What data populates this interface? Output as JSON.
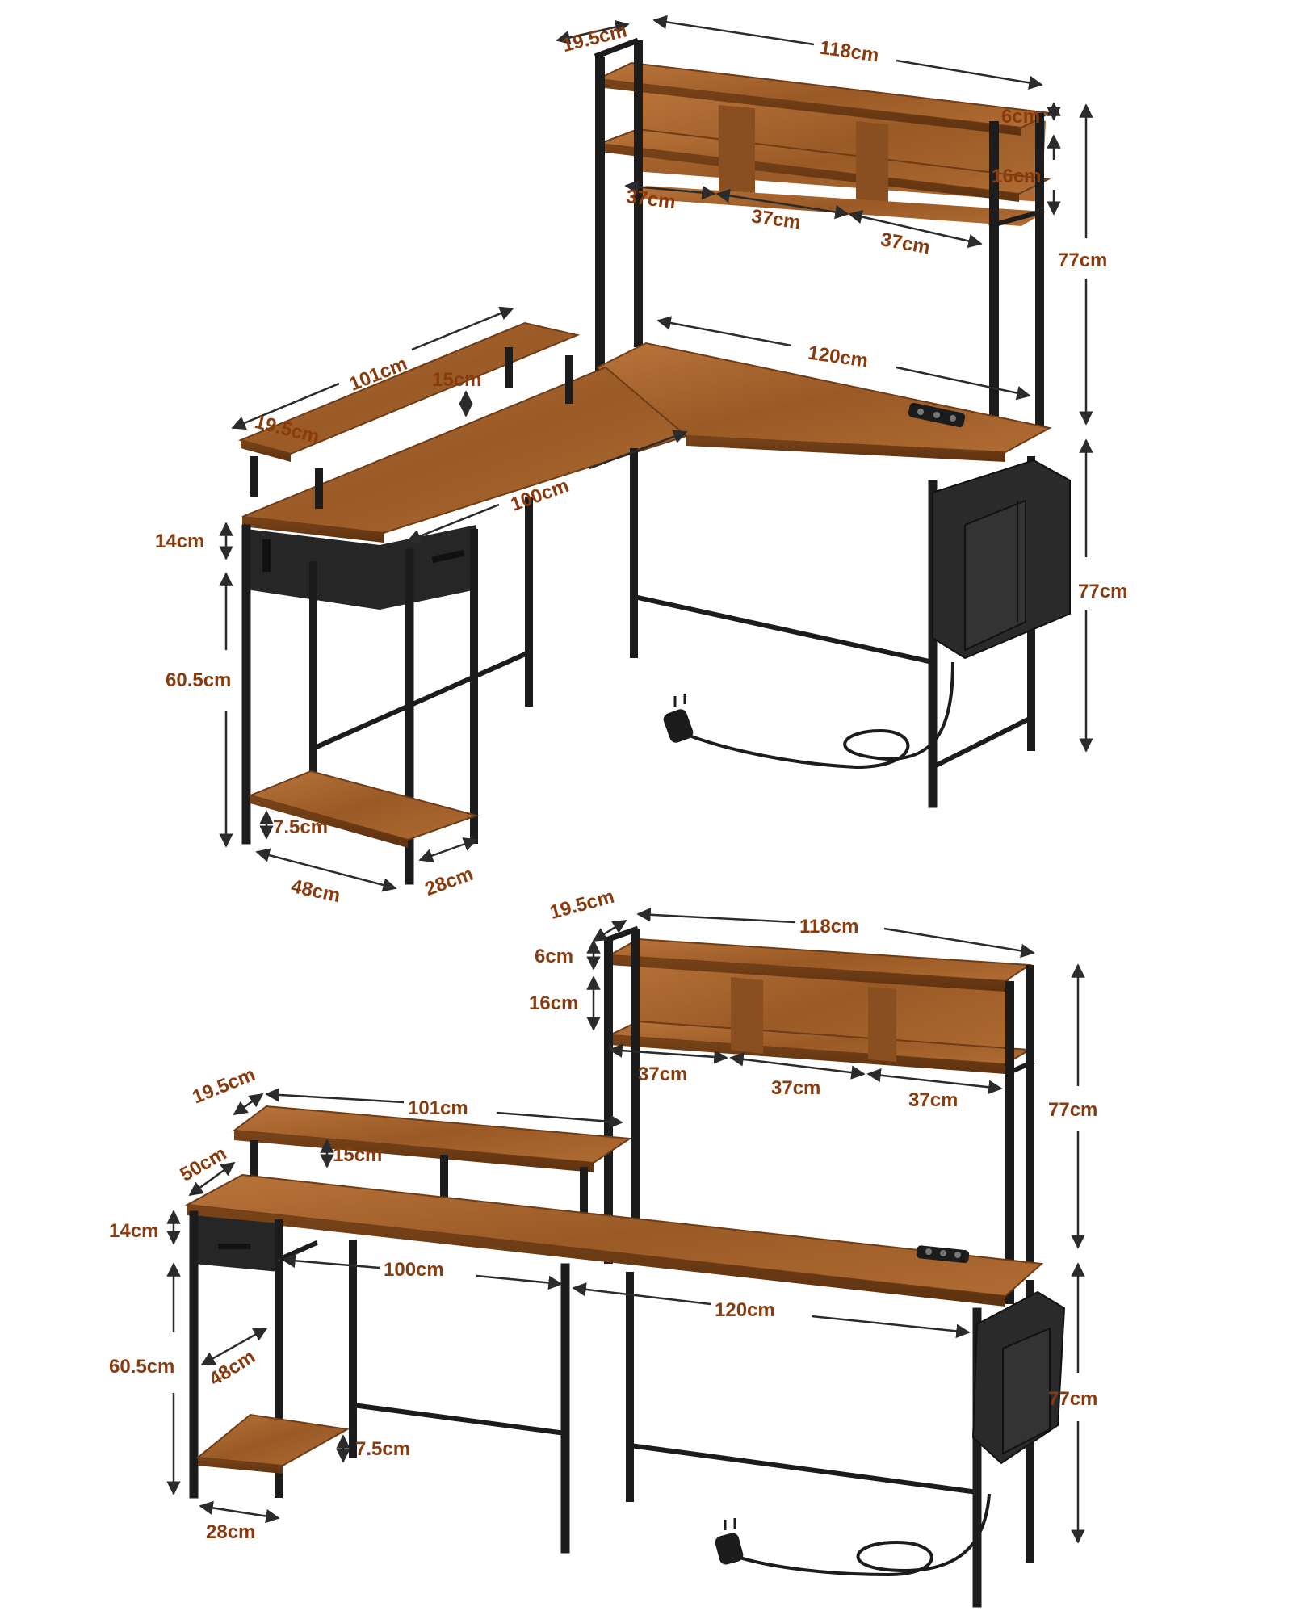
{
  "colors": {
    "dimension_text": "#8a3b0e",
    "arrow": "#2b2b2b",
    "wood": "#a0622c",
    "wood_dark": "#6e3c17",
    "wood_light": "#c07d3f",
    "frame": "#1c1c1c",
    "fabric": "#2a2a2a"
  },
  "figures": [
    {
      "name": "l-shape-configuration",
      "labels": {
        "hutch_depth": "19.5cm",
        "hutch_width": "118cm",
        "hutch_top_gap": "6cm",
        "hutch_shelf_gap": "16cm",
        "cubby_1": "37cm",
        "cubby_2": "37cm",
        "cubby_3": "37cm",
        "hutch_height": "77cm",
        "right_desk_length": "120cm",
        "monitor_stand_length": "101cm",
        "monitor_stand_height": "15cm",
        "monitor_stand_depth": "19.5cm",
        "left_desk_length": "100cm",
        "drawer_height": "14cm",
        "leg_height": "60.5cm",
        "shelf_clearance": "7.5cm",
        "shelf_depth": "28cm",
        "shelf_width": "48cm",
        "desk_height": "77cm"
      }
    },
    {
      "name": "straight-configuration",
      "labels": {
        "hutch_depth": "19.5cm",
        "hutch_width": "118cm",
        "hutch_top_gap": "6cm",
        "hutch_shelf_gap": "16cm",
        "cubby_1": "37cm",
        "cubby_2": "37cm",
        "cubby_3": "37cm",
        "hutch_height": "77cm",
        "monitor_stand_depth": "19.5cm",
        "monitor_stand_length": "101cm",
        "desk_depth": "50cm",
        "monitor_stand_height": "15cm",
        "drawer_height": "14cm",
        "left_desk_length": "100cm",
        "right_desk_length": "120cm",
        "leg_height": "60.5cm",
        "shelf_width": "48cm",
        "shelf_clearance": "7.5cm",
        "shelf_depth": "28cm",
        "desk_height": "77cm"
      }
    }
  ]
}
